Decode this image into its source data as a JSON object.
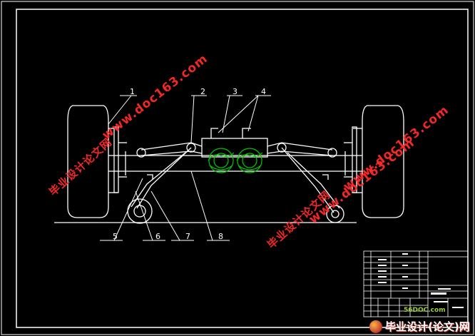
{
  "callouts": [
    "1",
    "2",
    "3",
    "4",
    "5",
    "6",
    "7",
    "8"
  ],
  "watermarks": {
    "site_top": "www.doc163.com",
    "cn_left": "毕业设计论文网",
    "site_right": "www.doc163.com",
    "cn_right": "毕业设计论文网",
    "site_mid": "www.doc163.com",
    "cn_mid": "毕业设计论文网"
  },
  "logo_text": "毕业设计(论文)网",
  "small_site": "56DOC.com",
  "colors": {
    "background": "#000000",
    "lines": "#ffffff",
    "springs": "#00c800",
    "watermark": "#ff2a2a"
  }
}
